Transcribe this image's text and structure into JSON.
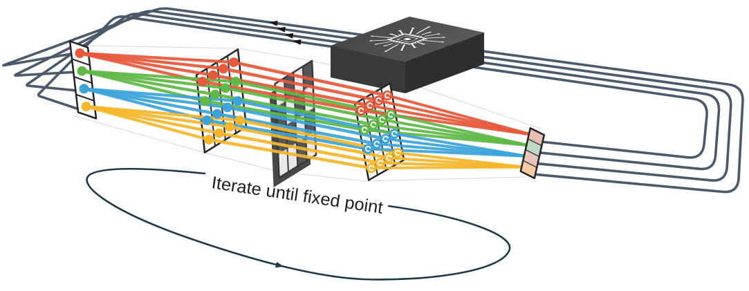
{
  "figure": {
    "caption": "Iterate until fixed point",
    "channels": [
      {
        "name": "red",
        "color": "#e6593c"
      },
      {
        "name": "green",
        "color": "#5eb946"
      },
      {
        "name": "blue",
        "color": "#3da4da"
      },
      {
        "name": "yellow",
        "color": "#f5b62d"
      }
    ],
    "fiber": {
      "color": "#4b5a6a",
      "count": 4,
      "direction_arrow_count": 4
    },
    "loop": {
      "color": "#1c3a49"
    },
    "stages": {
      "source_array": {
        "rows": 4,
        "cols": 1
      },
      "fanout_matrix": {
        "rows": 4,
        "cols": 4
      },
      "mask": {
        "rows": 4,
        "cols": 4,
        "dark_cell_color": "#55555a",
        "light_cell_color": "#e9e9eb",
        "pattern": [
          [
            0,
            1,
            0,
            1
          ],
          [
            1,
            0,
            1,
            0
          ],
          [
            1,
            1,
            0,
            1
          ],
          [
            0,
            0,
            1,
            0
          ]
        ]
      },
      "activation_matrix": {
        "rows": 4,
        "cols": 4,
        "glyph": "spiral"
      },
      "detector_array": {
        "rows": 4,
        "cell_tints": [
          "#e7c0b2",
          "#bcd9c3",
          "#e9c4bb",
          "#f3cda5"
        ]
      }
    },
    "chip": {
      "top_color": "#4a4a4d",
      "front_color": "#39393c",
      "side_color": "#2e2e31",
      "trace_color": "#ffffff"
    }
  }
}
